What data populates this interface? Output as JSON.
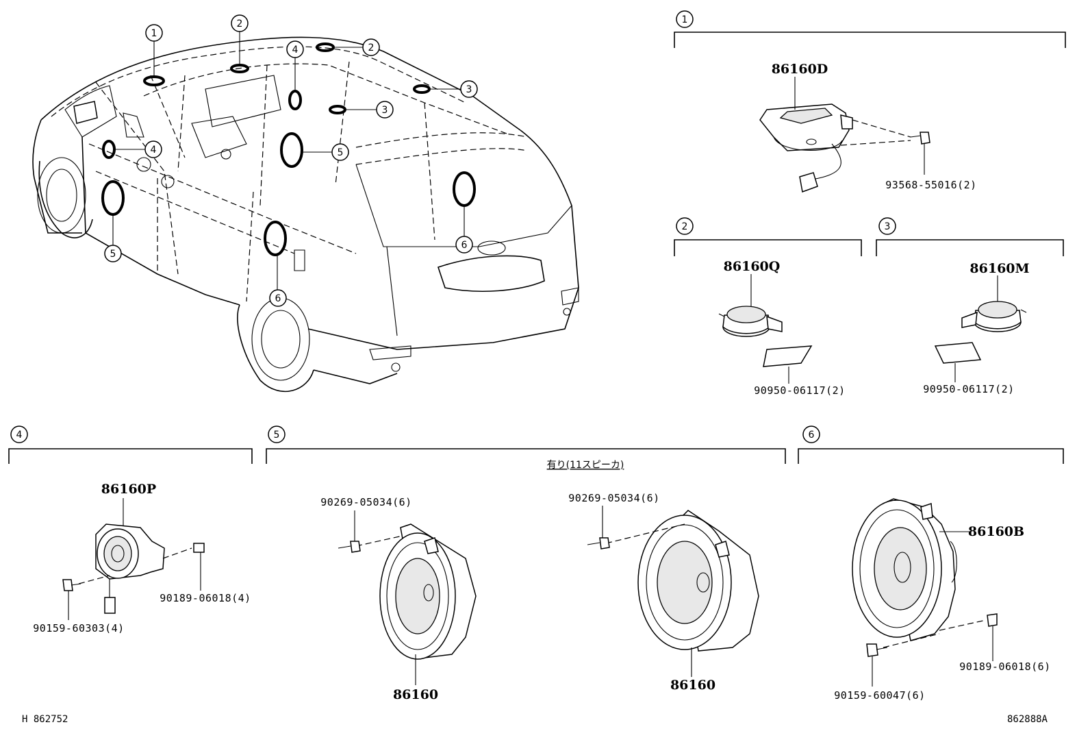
{
  "callouts": [
    "1",
    "2",
    "3",
    "4",
    "5",
    "6"
  ],
  "sections": {
    "s1": {
      "num": "1",
      "parts": {
        "speaker": "86160D",
        "screw": "93568-55016(2)"
      }
    },
    "s2": {
      "num": "2",
      "parts": {
        "speaker": "86160Q",
        "pad": "90950-06117(2)"
      }
    },
    "s3": {
      "num": "3",
      "parts": {
        "speaker": "86160M",
        "pad": "90950-06117(2)"
      }
    },
    "s4": {
      "num": "4",
      "parts": {
        "speaker": "86160P",
        "clip": "90189-06018(4)",
        "screw": "90159-60303(4)"
      }
    },
    "s5": {
      "num": "5",
      "note": "有り(11スピーカ)",
      "parts": {
        "screw_a": "90269-05034(6)",
        "speaker_a": "86160",
        "screw_b": "90269-05034(6)",
        "speaker_b": "86160"
      }
    },
    "s6": {
      "num": "6",
      "parts": {
        "speaker": "86160B",
        "screw": "90159-60047(6)",
        "clip": "90189-06018(6)"
      }
    }
  },
  "footer": {
    "left_ref": "H 862752",
    "right_ref": "862888A"
  }
}
